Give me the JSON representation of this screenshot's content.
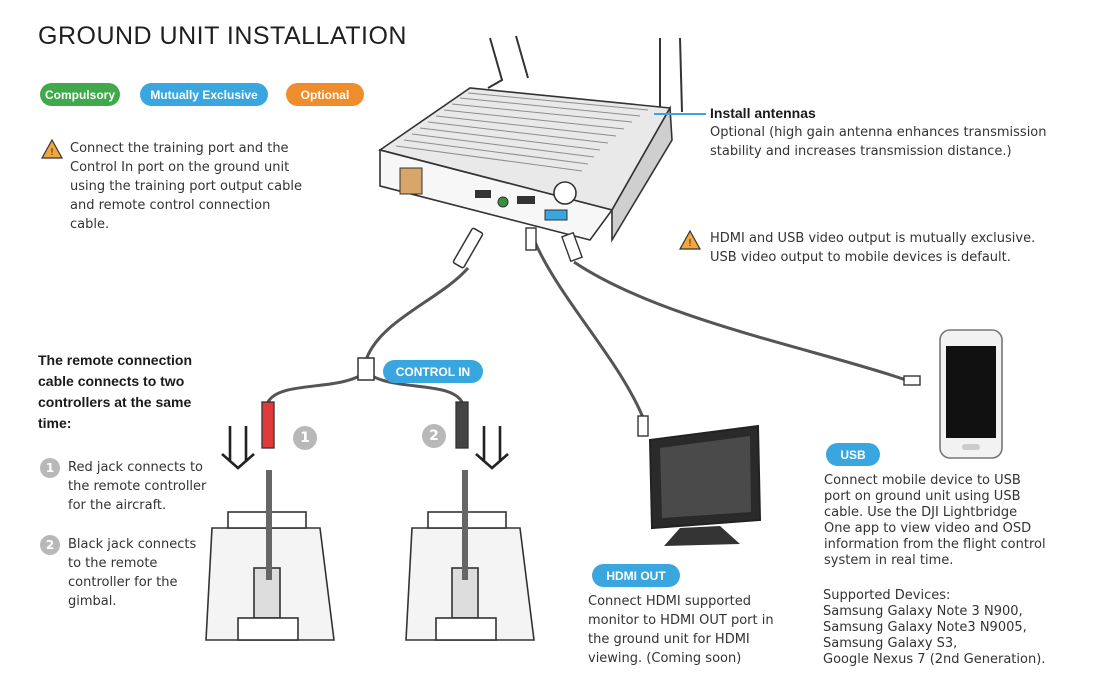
{
  "title": "GROUND UNIT INSTALLATION",
  "legend": [
    {
      "label": "Compulsory",
      "color": "#3fa94b"
    },
    {
      "label": "Mutually Exclusive",
      "color": "#3aa6e0"
    },
    {
      "label": "Optional",
      "color": "#ef8d2d"
    }
  ],
  "training_note": [
    "Connect the training port and the",
    "Control In port on the ground unit",
    "using the training port output cable",
    "and remote control connection",
    "cable."
  ],
  "antennas": {
    "heading": "Install antennas",
    "body": [
      "Optional (high gain antenna enhances transmission",
      "stability and increases transmission distance.)"
    ]
  },
  "video_note": [
    "HDMI and USB video output is mutually exclusive.",
    "USB video output to mobile devices is default."
  ],
  "remote": {
    "heading": [
      "The remote connection",
      "cable connects to two",
      "controllers at the same",
      "time:"
    ],
    "items": [
      {
        "num": "1",
        "lines": [
          "Red jack connects to",
          "the remote controller",
          "for the aircraft."
        ]
      },
      {
        "num": "2",
        "lines": [
          "Black jack connects",
          "to the remote",
          "controller for the",
          "gimbal."
        ]
      }
    ]
  },
  "control_in_label": "CONTROL IN",
  "hdmi": {
    "label": "HDMI OUT",
    "lines": [
      "Connect HDMI supported",
      "monitor to HDMI OUT port in",
      "the ground unit for HDMI",
      "viewing. (Coming soon)"
    ]
  },
  "usb": {
    "label": "USB",
    "lines": [
      "Connect mobile device to USB",
      "port on ground unit using USB",
      "cable. Use the DJI Lightbridge",
      "One app to view video and OSD",
      "information from the flight control",
      "system in real time."
    ]
  },
  "supported": {
    "heading": "Supported Devices:",
    "lines": [
      "Samsung Galaxy Note 3 N900,",
      "Samsung Galaxy Note3 N9005,",
      "Samsung Galaxy S3,",
      "Google Nexus 7 (2nd Generation)."
    ]
  },
  "icons": {
    "warning": "warning-triangle-icon"
  }
}
